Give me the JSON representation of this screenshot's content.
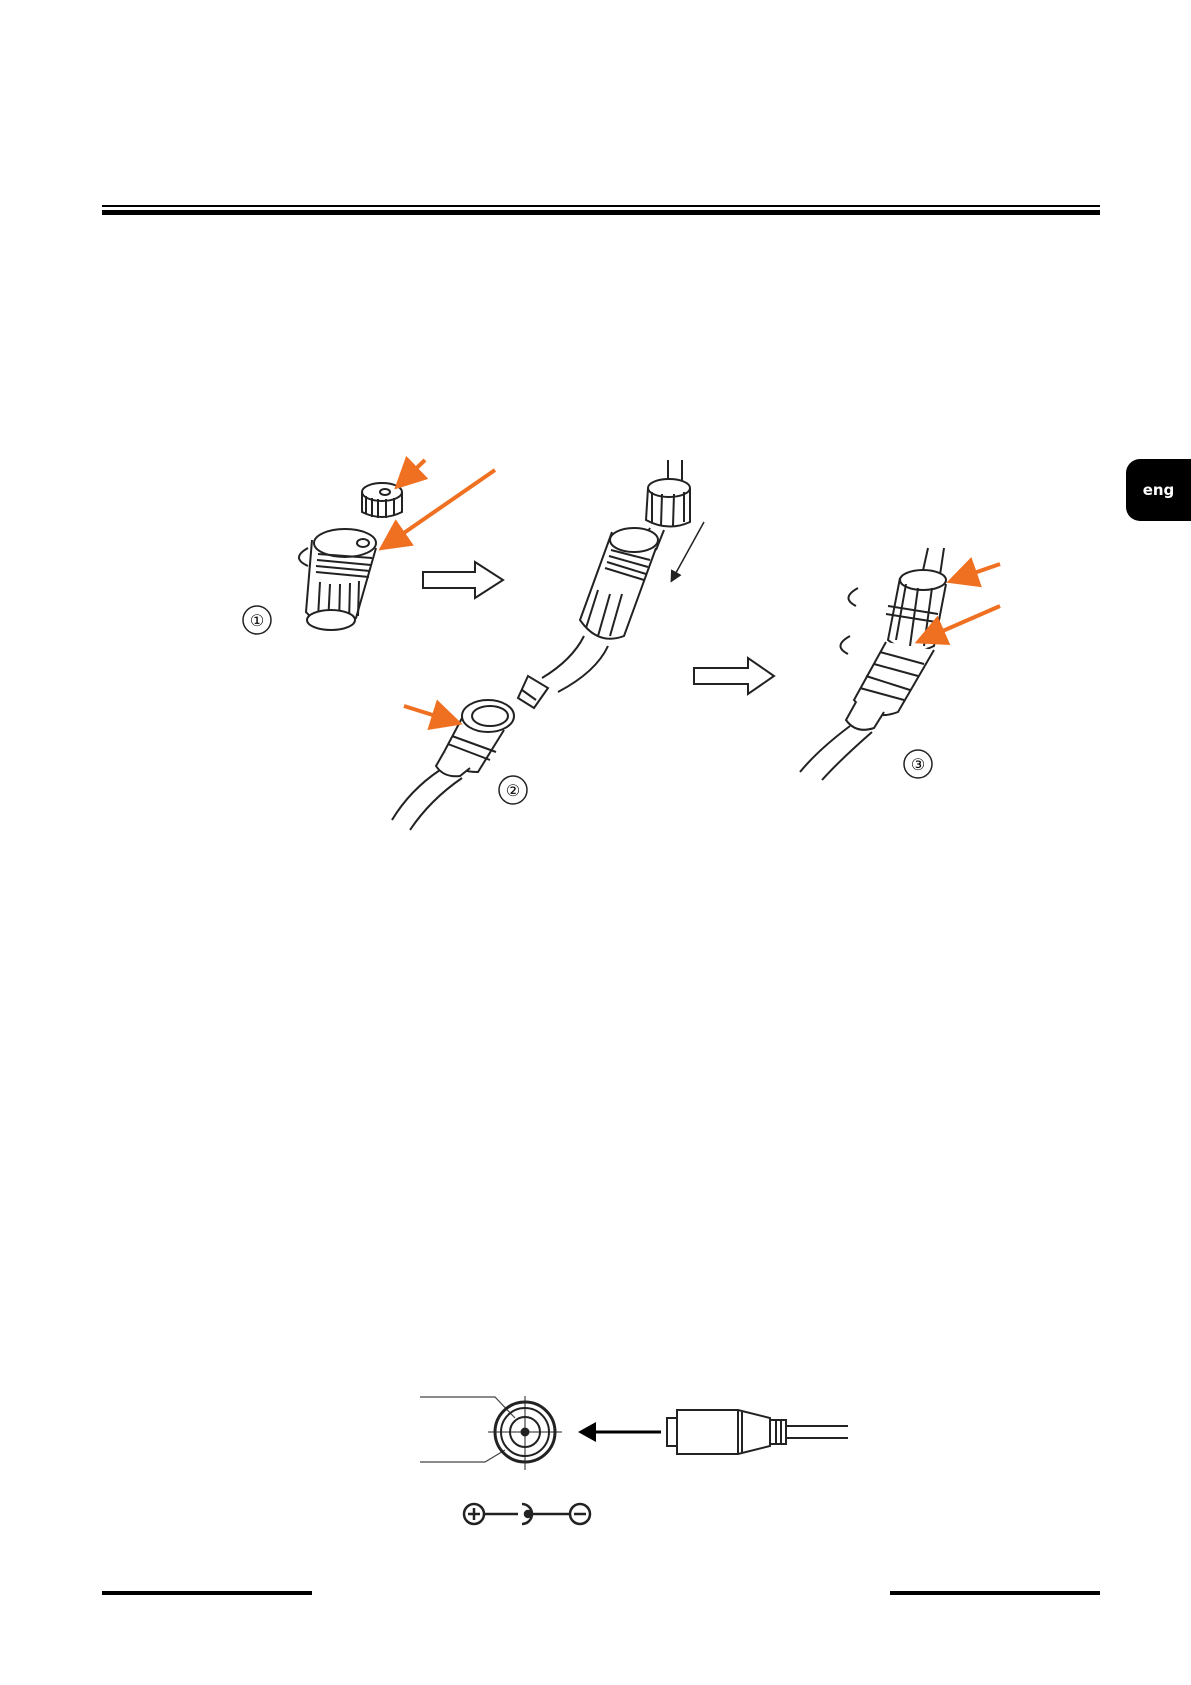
{
  "header": {
    "language_tab": "eng"
  },
  "figure_waterproof": {
    "steps": [
      "①",
      "②",
      "③"
    ],
    "colors": {
      "arrow": "#f07021",
      "line": "#222222"
    }
  },
  "figure_power": {
    "polarity_symbol": "⊕—◗—⊖"
  }
}
